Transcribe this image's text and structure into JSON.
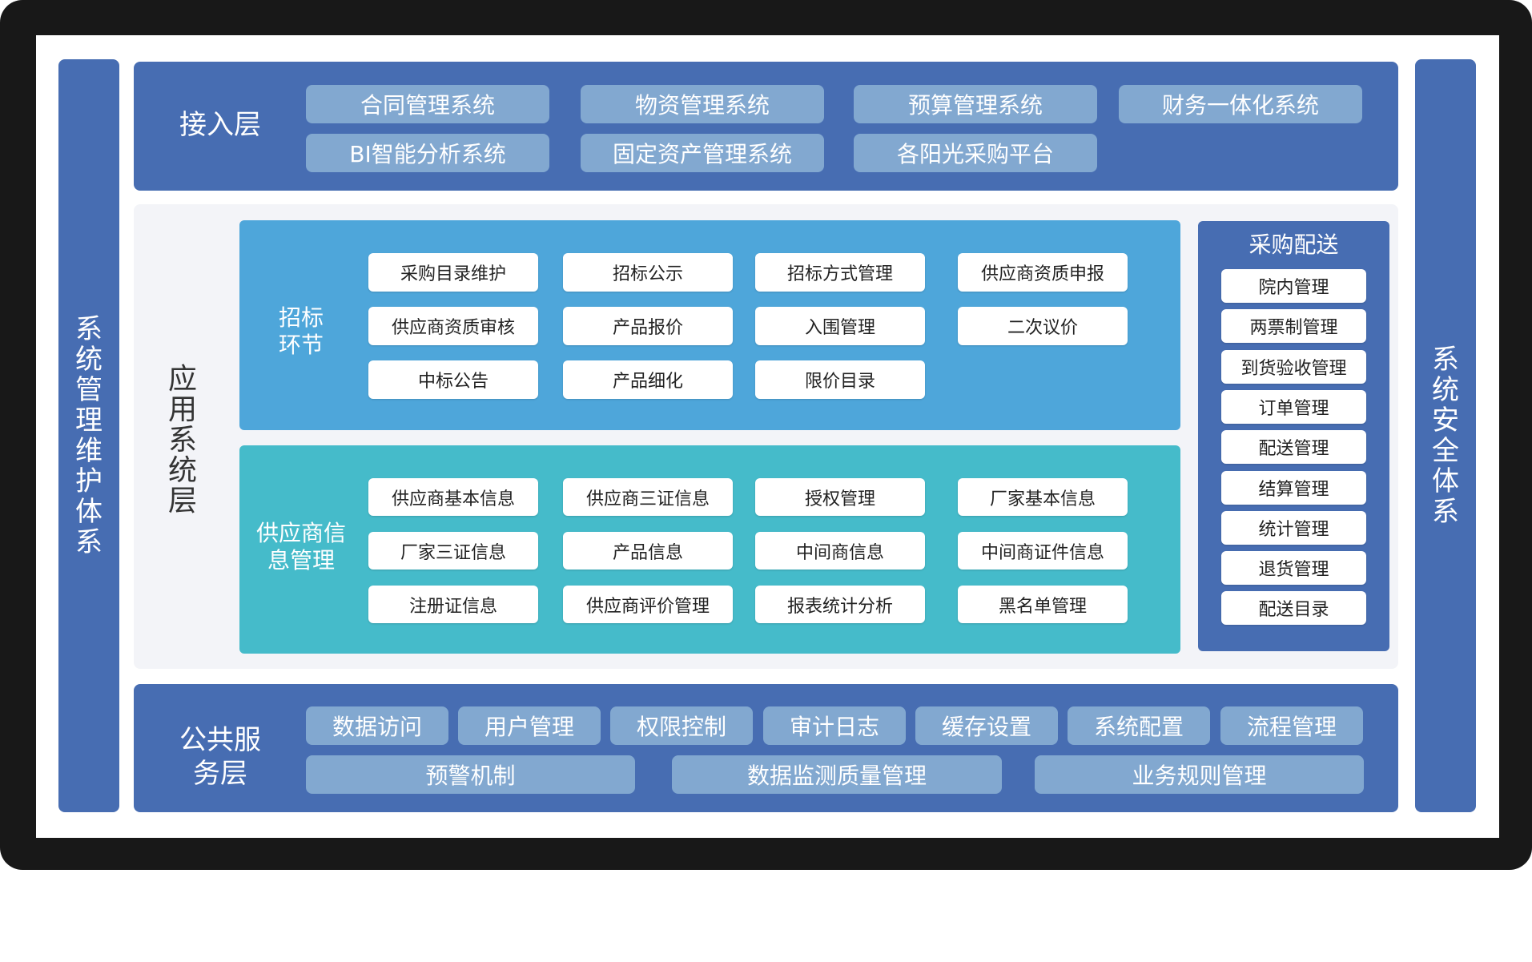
{
  "left_pillar": "系统管理维护体系",
  "right_pillar": "系统安全体系",
  "access_layer": {
    "label": "接入层",
    "items": [
      "合同管理系统",
      "物资管理系统",
      "预算管理系统",
      "财务一体化系统",
      "BI智能分析系统",
      "固定资产管理系统",
      "各阳光采购平台"
    ]
  },
  "app_layer": {
    "label": "应用系统层",
    "bidding": {
      "label": "招标环节",
      "items": [
        "采购目录维护",
        "招标公示",
        "招标方式管理",
        "供应商资质申报",
        "供应商资质审核",
        "产品报价",
        "入围管理",
        "二次议价",
        "中标公告",
        "产品细化",
        "限价目录"
      ]
    },
    "supplier": {
      "label": "供应商信息管理",
      "items": [
        "供应商基本信息",
        "供应商三证信息",
        "授权管理",
        "厂家基本信息",
        "厂家三证信息",
        "产品信息",
        "中间商信息",
        "中间商证件信息",
        "注册证信息",
        "供应商评价管理",
        "报表统计分析",
        "黑名单管理"
      ]
    },
    "delivery": {
      "title": "采购配送",
      "items": [
        "院内管理",
        "两票制管理",
        "到货验收管理",
        "订单管理",
        "配送管理",
        "结算管理",
        "统计管理",
        "退货管理",
        "配送目录"
      ]
    }
  },
  "public_layer": {
    "label": "公共服务层",
    "items": [
      "数据访问",
      "用户管理",
      "权限控制",
      "审计日志",
      "缓存设置",
      "系统配置",
      "流程管理",
      "预警机制",
      "数据监测质量管理",
      "业务规则管理"
    ]
  },
  "colors": {
    "dark": "#476db2",
    "light": "#82a8d0",
    "bidding": "#4ea6da",
    "supplier": "#45bbca",
    "panel": "#f3f4f8",
    "frame": "#181818"
  }
}
